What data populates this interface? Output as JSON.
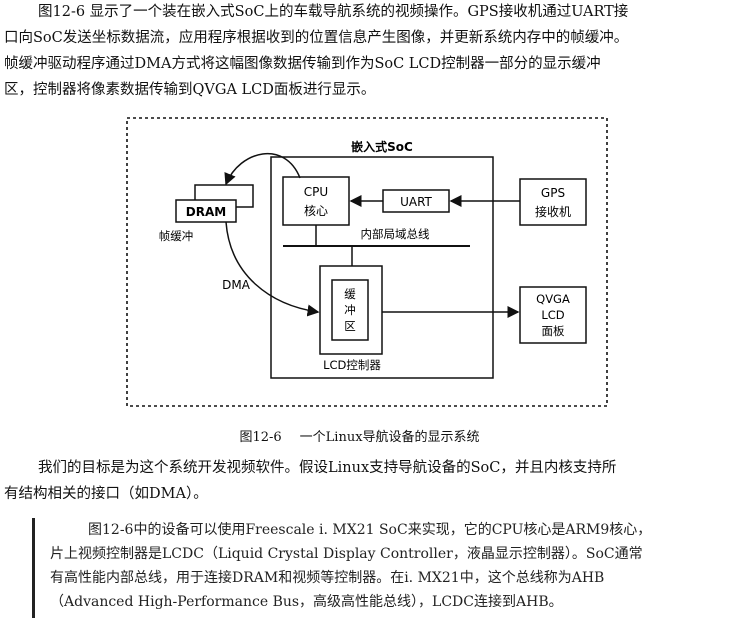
{
  "intro": {
    "lines": [
      "图12-6 显示了一个装在嵌入式SoC上的车载导航系统的视频操作。GPS接收机通过UART接",
      "口向SoC发送坐标数据流，应用程序根据收到的位置信息产生图像，并更新系统内存中的帧缓冲。",
      "帧缓冲驱动程序通过DMA方式将这幅图像数据传输到作为SoC LCD控制器一部分的显示缓冲",
      "区，控制器将像素数据传输到QVGA LCD面板进行显示。"
    ]
  },
  "figure": {
    "soc_label": "嵌入式SoC",
    "cpu_label_1": "CPU",
    "cpu_label_2": "核心",
    "uart_label": "UART",
    "gps_label_1": "GPS",
    "gps_label_2": "接收机",
    "dram_label": "DRAM",
    "framebuffer_label": "帧缓冲",
    "bus_label": "内部局域总线",
    "dma_label": "DMA",
    "buffer_label_1": "缓",
    "buffer_label_2": "冲",
    "buffer_label_3": "区",
    "lcd_ctrl_label": "LCD控制器",
    "panel_label_1": "QVGA",
    "panel_label_2": "LCD",
    "panel_label_3": "面板"
  },
  "caption": {
    "number": "图12-6",
    "text": "一个Linux导航设备的显示系统"
  },
  "goal": {
    "lines": [
      "我们的目标是为这个系统开发视频软件。假设Linux支持导航设备的SoC，并且内核支持所",
      "有结构相关的接口（如DMA）。"
    ]
  },
  "note": {
    "lines": [
      "图12-6中的设备可以使用Freescale i. MX21 SoC来实现，它的CPU核心是ARM9核心，",
      "片上视频控制器是LCDC（Liquid Crystal Display Controller，液晶显示控制器）。SoC通常",
      "有高性能内部总线，用于连接DRAM和视频等控制器。在i. MX21中，这个总线称为AHB",
      "（Advanced High-Performance Bus，高级高性能总线），LCDC连接到AHB。"
    ]
  }
}
